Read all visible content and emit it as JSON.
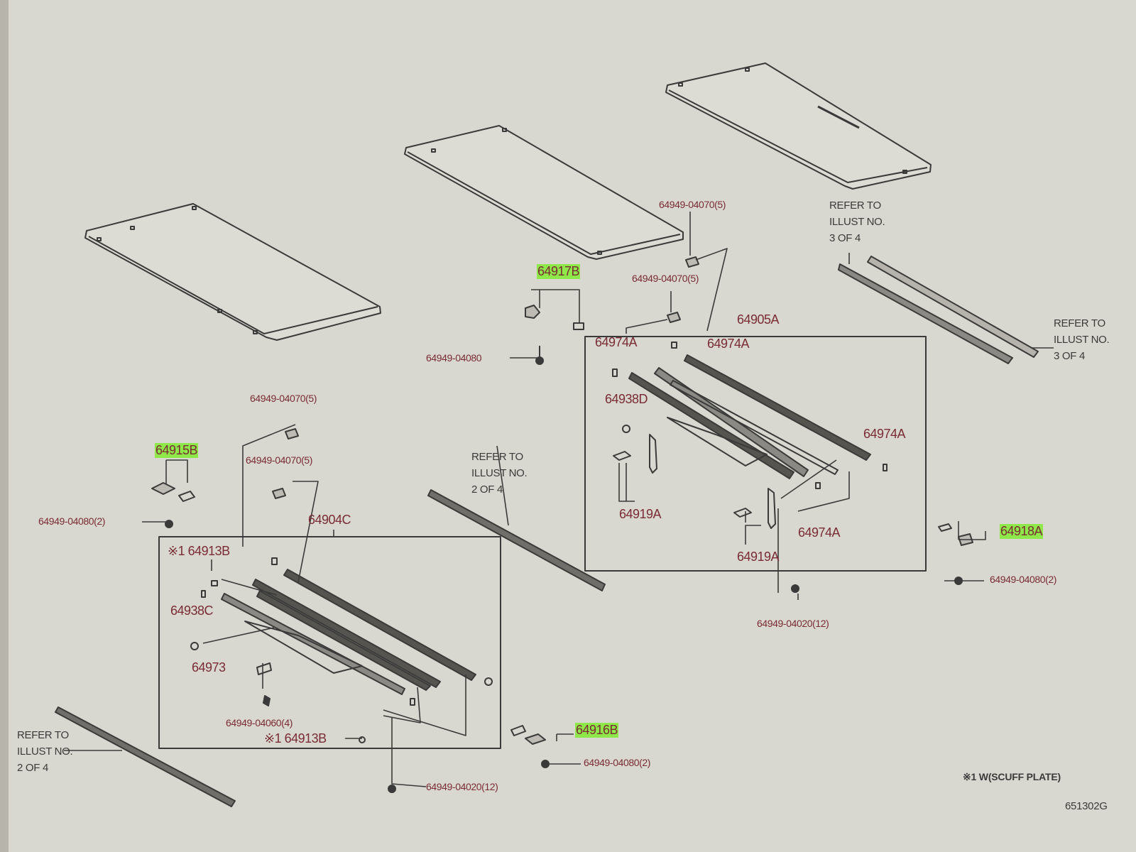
{
  "labels": {
    "p_04070_5_top": "64949-04070(5)",
    "p_04070_5_mid": "64949-04070(5)",
    "p_64917B": "64917B",
    "p_04080_top": "64949-04080",
    "p_64905A": "64905A",
    "p_64974A_1": "64974A",
    "p_64974A_2": "64974A",
    "p_64974A_3": "64974A",
    "p_64974A_4": "64974A",
    "p_64938D": "64938D",
    "p_64919A_1": "64919A",
    "p_64919A_2": "64919A",
    "p_04070_5_left1": "64949-04070(5)",
    "p_04070_5_left2": "64949-04070(5)",
    "p_64915B": "64915B",
    "p_04080_2_left": "64949-04080(2)",
    "p_64904C": "64904C",
    "p_64913B_1": "※1 64913B",
    "p_64938C": "64938C",
    "p_64973": "64973",
    "p_04060_4": "64949-04060(4)",
    "p_64913B_2": "※1 64913B",
    "p_04020_12_bottom": "64949-04020(12)",
    "p_64916B": "64916B",
    "p_04080_2_bottom": "64949-04080(2)",
    "p_64918A": "64918A",
    "p_04080_2_right": "64949-04080(2)",
    "p_04020_12_right": "64949-04020(12)"
  },
  "refers": {
    "top_right": [
      "REFER TO",
      "ILLUST NO.",
      "3 OF 4"
    ],
    "right": [
      "REFER TO",
      "ILLUST NO.",
      "3 OF 4"
    ],
    "middle": [
      "REFER TO",
      "ILLUST NO.",
      "2 OF 4"
    ],
    "bottom_left": [
      "REFER TO",
      "ILLUST NO.",
      "2 OF 4"
    ]
  },
  "footnote": "※1 W(SCUFF PLATE)",
  "drawing_id": "651302G",
  "colors": {
    "line": "#3a3a3a",
    "part_label": "#7a2b33",
    "highlight": "#8fe84a",
    "background": "#d9d8d0"
  }
}
